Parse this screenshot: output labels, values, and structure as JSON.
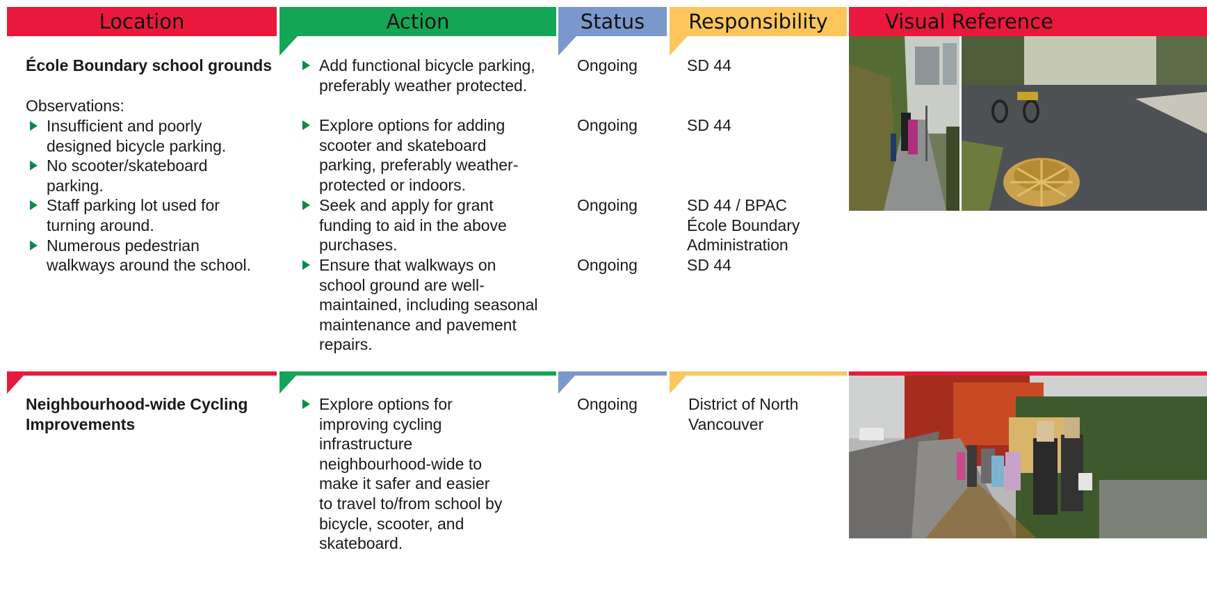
{
  "colors": {
    "red": "#e8193c",
    "green": "#15a556",
    "blue": "#7b98cc",
    "yellow": "#fcc65d",
    "bullet": "#0a8a4a"
  },
  "headers": {
    "location": "Location",
    "action": "Action",
    "status": "Status",
    "responsibility": "Responsibility",
    "visual_reference": "Visual Reference"
  },
  "rows": [
    {
      "location_title": "École Boundary school grounds",
      "observations_label": "Observations:",
      "observations": [
        "Insufficient and poorly designed bicycle parking.",
        "No scooter/skateboard parking.",
        "Staff parking lot used for turning around.",
        "Numerous pedestrian walkways around the school."
      ],
      "actions": [
        "Add functional bicycle parking, preferably weather protected.",
        "Explore options for adding scooter and skateboard parking, preferably weather-protected or indoors.",
        "Seek and apply for grant funding to aid in the above purchases.",
        "Ensure that walkways on school ground are well-maintained, including seasonal maintenance and pavement repairs."
      ],
      "statuses": [
        "Ongoing",
        "Ongoing",
        "Ongoing",
        "Ongoing"
      ],
      "responsibilities": [
        "SD 44",
        "SD 44",
        "SD 44 / BPAC École Boundary Administration",
        "SD 44"
      ]
    },
    {
      "location_title": "Neighbourhood-wide Cycling Improvements",
      "actions": [
        "Explore options for improving cycling infrastructure neighbourhood-wide to make it safer and easier to travel to/from school by bicycle, scooter, and skateboard."
      ],
      "statuses": [
        "Ongoing"
      ],
      "responsibilities": [
        "District of North Vancouver"
      ]
    }
  ]
}
